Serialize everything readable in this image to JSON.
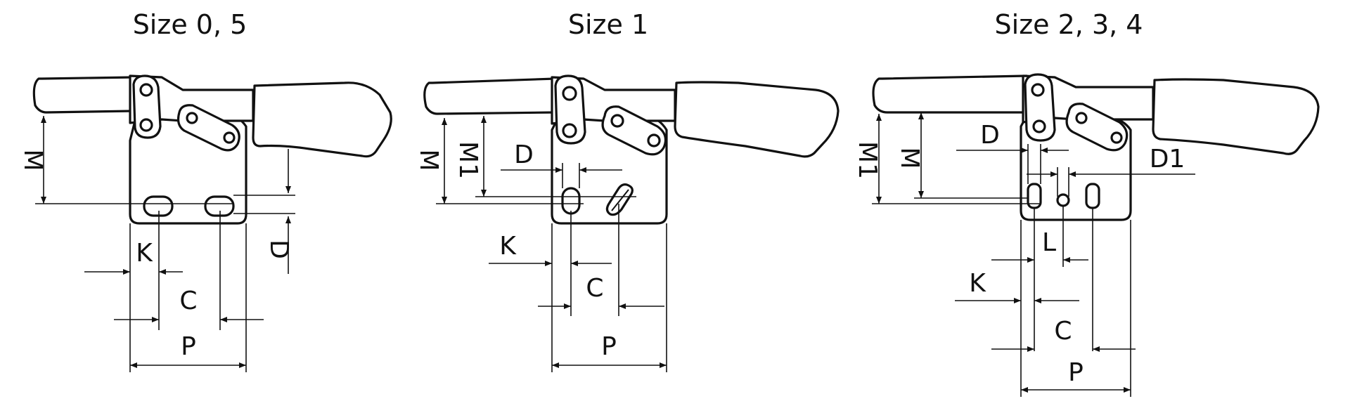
{
  "diagram": {
    "panels": [
      {
        "title": "Size  0, 5",
        "labels": {
          "M": "M",
          "D": "D",
          "K": "K",
          "C": "C",
          "P": "P"
        }
      },
      {
        "title": "Size  1",
        "labels": {
          "M": "M",
          "M1": "M1",
          "D": "D",
          "K": "K",
          "C": "C",
          "P": "P"
        }
      },
      {
        "title": "Size  2, 3, 4",
        "labels": {
          "M1": "M1",
          "M": "M",
          "D": "D",
          "D1": "D1",
          "L": "L",
          "K": "K",
          "C": "C",
          "P": "P"
        }
      }
    ]
  }
}
